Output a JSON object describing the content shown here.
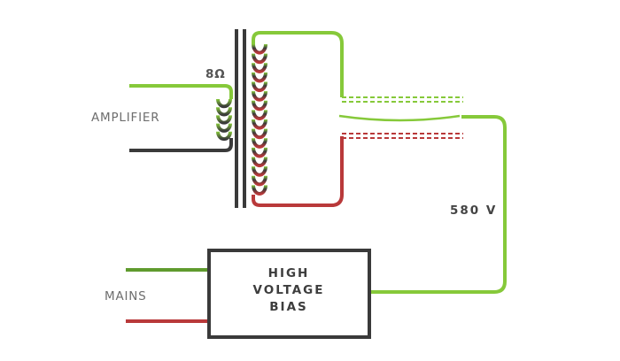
{
  "labels": {
    "amplifier": "AMPLIFIER",
    "impedance": "8Ω",
    "mains": "MAINS",
    "voltage": "580 V"
  },
  "bias_box": {
    "lines": [
      "HIGH",
      "VOLTAGE",
      "BIAS"
    ]
  },
  "colors": {
    "light_green": "#86c93a",
    "dark_green": "#5f9b2e",
    "dark_grey": "#3a3a3a",
    "red": "#b9393a",
    "label_grey": "#6e6e6e"
  }
}
